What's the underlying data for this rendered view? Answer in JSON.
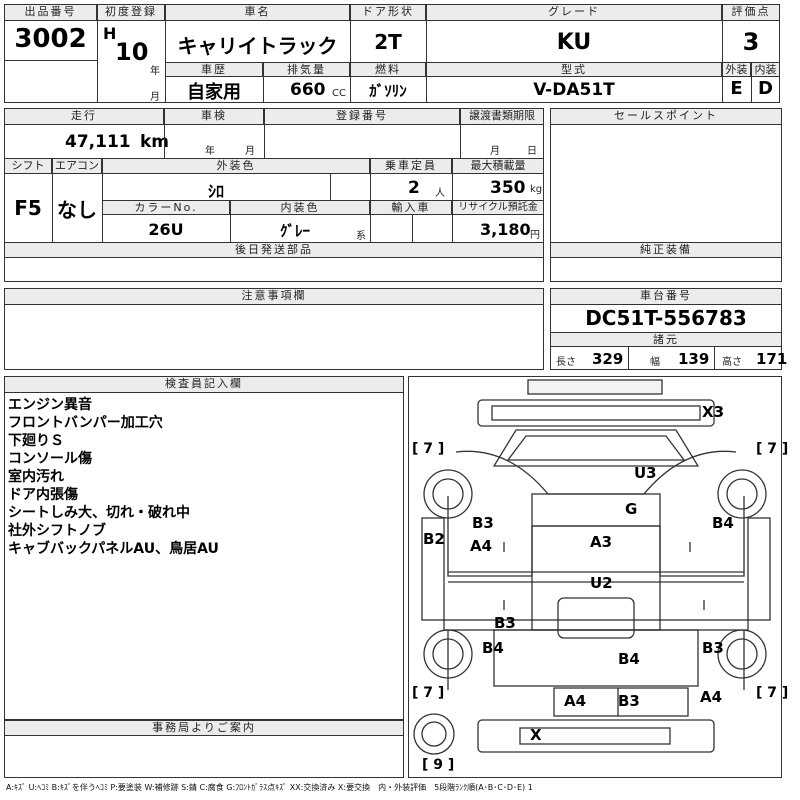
{
  "header": {
    "lot_no_label": "出品番号",
    "lot_no": "3002",
    "first_reg_label": "初度登録",
    "era": "H",
    "year": "10",
    "year_unit": "年",
    "month_unit": "月",
    "car_name_label": "車名",
    "car_name": "キャリイトラック",
    "door_label": "ドア形状",
    "door": "2T",
    "grade_label": "グレード",
    "grade": "KU",
    "score_label": "評価点",
    "score": "3",
    "history_label": "車歴",
    "history": "自家用",
    "displacement_label": "排気量",
    "displacement": "660",
    "displacement_unit": "CC",
    "fuel_label": "燃料",
    "fuel": "ｶﾞｿﾘﾝ",
    "model_label": "型式",
    "model": "V-DA51T",
    "ext_label": "外装",
    "ext_grade": "E",
    "int_label": "内装",
    "int_grade": "D"
  },
  "spec": {
    "mileage_label": "走行",
    "mileage": "47,111",
    "mileage_unit": "km",
    "inspection_label": "車検",
    "inspection_year": "年",
    "inspection_month": "月",
    "reg_no_label": "登録番号",
    "transfer_label": "譲渡書類期限",
    "transfer_month": "月",
    "transfer_day": "日",
    "shift_label": "シフト",
    "shift": "F5",
    "ac_label": "エアコン",
    "ac": "なし",
    "exterior_color_label": "外装色",
    "exterior_color": "ｼﾛ",
    "capacity_label": "乗車定員",
    "capacity": "2",
    "capacity_unit": "人",
    "load_label": "最大積載量",
    "load": "350",
    "load_unit": "kg",
    "color_no_label": "カラーNo.",
    "color_no": "26U",
    "interior_color_label": "内装色",
    "interior_color": "ｸﾞﾚｰ",
    "interior_color_unit": "系",
    "import_label": "輸入車",
    "recycle_label": "リサイクル預託金",
    "recycle": "3,180",
    "recycle_unit": "円",
    "later_parts_label": "後日発送部品"
  },
  "right": {
    "sales_points_label": "セールスポイント",
    "equipment_label": "純正装備",
    "chassis_label": "車台番号",
    "chassis": "DC51T-556783",
    "dims_label": "諸元",
    "length_label": "長さ",
    "length": "329",
    "width_label": "幅",
    "width": "139",
    "height_label": "高さ",
    "height": "171"
  },
  "caution_label": "注意事項欄",
  "inspector": {
    "label": "検査員記入欄",
    "notes": [
      "エンジン異音",
      "フロントバンパー加工穴",
      "下廻りＳ",
      "コンソール傷",
      "室内汚れ",
      "ドア内張傷",
      "シートしみ大、切れ・破れ中",
      "社外シフトノブ",
      "キャブバックパネルAU、鳥居AU"
    ]
  },
  "office_label": "事務局よりご案内",
  "diagram": {
    "codes": {
      "x3": "X3",
      "u3": "U3",
      "g": "G",
      "b3_left": "B3",
      "b4_right": "B4",
      "b2": "B2",
      "a4_left": "A4",
      "a3": "A3",
      "u2": "U2",
      "b3_lower": "B3",
      "b4_left": "B4",
      "b4_center": "B4",
      "b3_right": "B3",
      "a4_bottom": "A4",
      "b3_bottom": "B3",
      "a4_right": "A4",
      "x": "X"
    },
    "brackets": {
      "tl": "[ 7 ]",
      "tr": "[ 7 ]",
      "bl": "[ 7 ]",
      "br": "[ 7 ]",
      "spare": "[ 9 ]"
    }
  },
  "legend": "A:ｷｽﾞ U:ﾍｺﾐ B:ｷｽﾞを伴うﾍｺﾐ P:要塗装 W:補修跡 S:錆 C:腐食 G:ﾌﾛﾝﾄｶﾞﾗｽ点ｷｽﾞ XX:交換済み X:要交換　内・外装評価　5段階ﾗﾝｸ順(A･B･C･D･E) 1"
}
